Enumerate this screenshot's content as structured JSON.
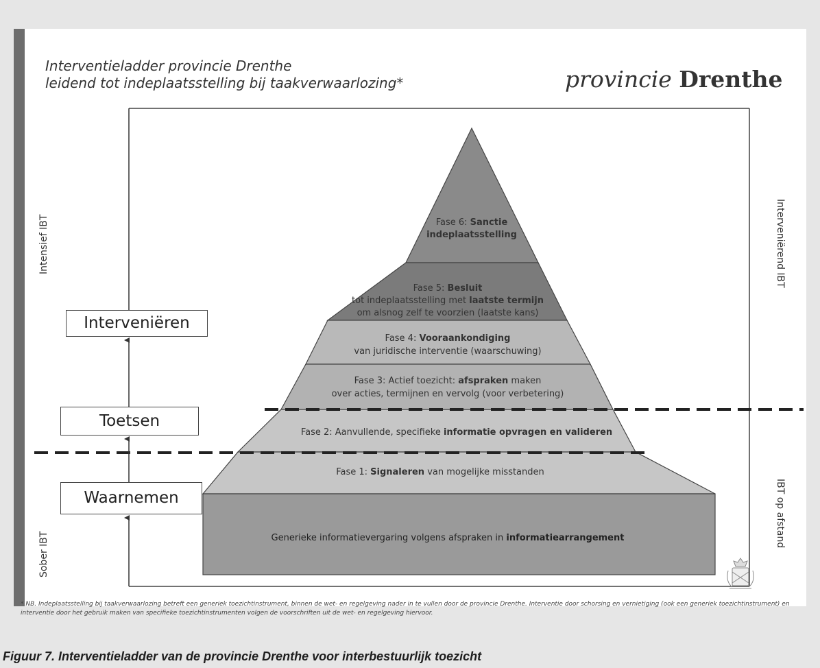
{
  "title": {
    "line1": "Interventieladder provincie Drenthe",
    "line2": "leidend tot indeplaatsstelling bij taakverwaarlozing*"
  },
  "logo": {
    "word1": "provincie",
    "word2": "Drenthe"
  },
  "left_axis": {
    "top_label": "Intensief IBT",
    "bottom_label": "Sober IBT"
  },
  "right_axis": {
    "top_label": "Interveniërend IBT",
    "bottom_label": "IBT op afstand"
  },
  "ladder": {
    "step1": "Waarnemen",
    "step2": "Toetsen",
    "step3": "Interveniëren"
  },
  "phases": {
    "fase6": {
      "prefix": "Fase 6: ",
      "bold1": "Sanctie",
      "bold2": "indeplaatsstelling"
    },
    "fase5": {
      "prefix": "Fase 5: ",
      "bold1": "Besluit",
      "l2_normal": "tot indeplaatsstelling met ",
      "l2_bold": "laatste termijn",
      "line3": "om alsnog zelf te voorzien (laatste kans)"
    },
    "fase4": {
      "prefix": "Fase 4: ",
      "bold1": "Vooraankondiging",
      "line2": "van juridische interventie (waarschuwing)"
    },
    "fase3": {
      "prefix": "Fase 3: Actief toezicht: ",
      "bold1": "afspraken",
      "suffix": " maken",
      "line2": "over acties, termijnen en vervolg (voor verbetering)"
    },
    "fase2": {
      "prefix": "Fase 2: Aanvullende, specifieke ",
      "bold1": "informatie opvragen en valideren"
    },
    "fase1": {
      "prefix": "Fase 1: ",
      "bold1": "Signaleren",
      "suffix": " van mogelijke misstanden"
    },
    "base": {
      "prefix": "Generieke informatievergaring volgens afspraken in ",
      "bold1": "informatiearrangement"
    }
  },
  "footnote": "* NB. Indeplaatsstelling bij taakverwaarlozing betreft een generiek toezichtinstrument, binnen de wet- en regelgeving nader in te vullen door de provincie Drenthe. Interventie door schorsing en vernietiging (ook een generiek toezichtinstrument) en interventie door het gebruik maken van specifieke toezichtinstrumenten volgen de voorschriften uit de wet- en regelgeving hiervoor.",
  "caption": "Figuur 7. Interventieladder van de provincie Drenthe voor interbestuurlijk toezicht",
  "colors": {
    "background": "#e6e6e6",
    "slide": "#ffffff",
    "fase6": "#8a8a8a",
    "fase5": "#7b7b7b",
    "fase4": "#b9b9b9",
    "fase3": "#b2b2b2",
    "fase2": "#c6c6c6",
    "fase1": "#c6c6c6",
    "base": "#9a9a9a",
    "left_bar": "#6d6d6d"
  }
}
